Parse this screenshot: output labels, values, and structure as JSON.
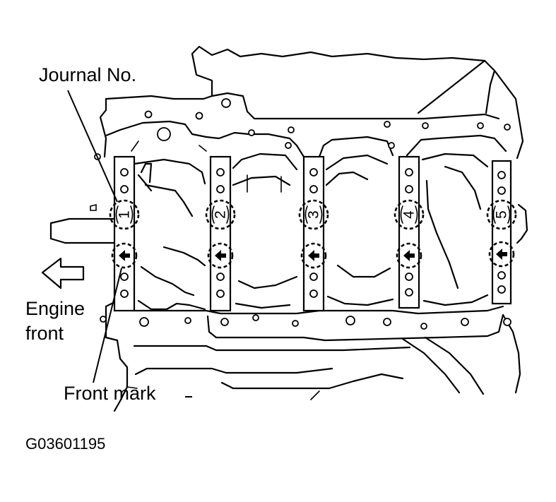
{
  "labels": {
    "journal_no": "Journal No.",
    "engine_front_line1": "Engine",
    "engine_front_line2": "front",
    "front_mark": "Front mark",
    "figure_code": "G03601195"
  },
  "journals": [
    {
      "number": "1"
    },
    {
      "number": "2"
    },
    {
      "number": "3"
    },
    {
      "number": "4"
    },
    {
      "number": "5"
    }
  ],
  "icons": {
    "engine_front": "left-arrow-outline-icon",
    "front_mark": "left-arrow-filled-icon"
  }
}
